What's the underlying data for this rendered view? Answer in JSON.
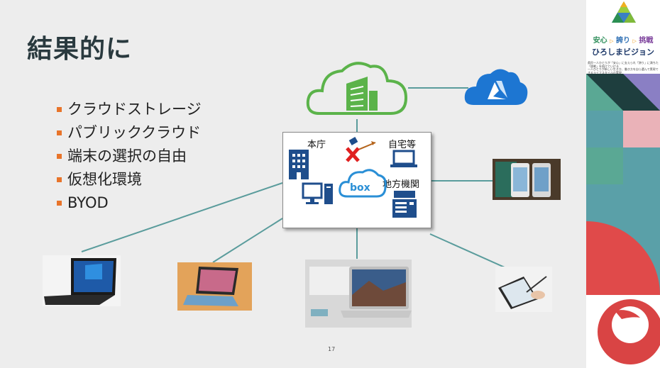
{
  "slide": {
    "title": "結果的に",
    "bullets": [
      "クラウドストレージ",
      "パブリッククラウド",
      "端末の選択の自由",
      "仮想化環境",
      "BYOD"
    ],
    "page_number": "17"
  },
  "hub": {
    "label_office": "本庁",
    "label_home": "自宅等",
    "label_branch": "地方機関",
    "box_logo": "box"
  },
  "sidebar": {
    "slogan_words": [
      "安心",
      "誇り",
      "挑戦"
    ],
    "vision_title": "ひろしまビジョン",
    "small_text_1": "県民一人ひとりが「安心」に支えられ「誇り」に満ちた「挑戦」を続けていける",
    "small_text_2": "一人ひとりが新しい生き方、働き方を自ら選んで実現できるライフスタイルの実現"
  },
  "colors": {
    "accent_orange": "#e8742a",
    "cloud_green": "#5bb34a",
    "azure_blue": "#1d76d2",
    "line_teal": "#5a9c9c"
  }
}
